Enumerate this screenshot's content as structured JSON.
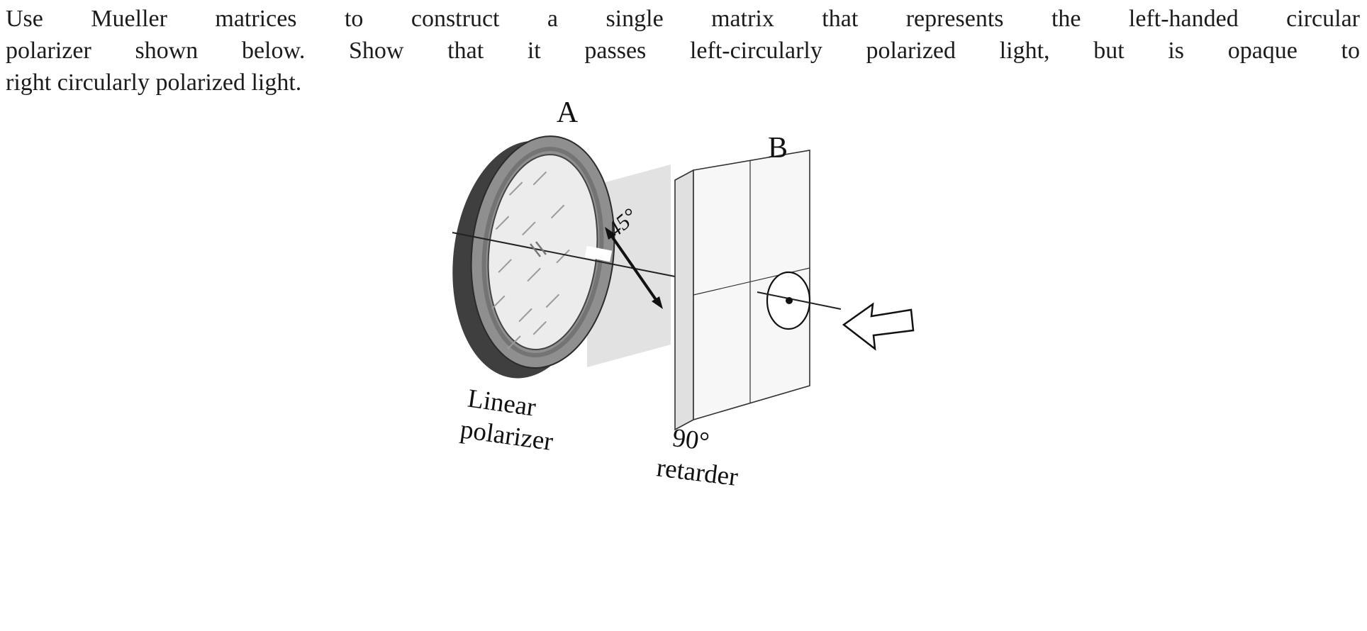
{
  "problem": {
    "lines": [
      "Use Mueller matrices to construct a single matrix that represents the left-handed circular",
      "polarizer shown below. Show that it passes left-circularly polarized light, but is opaque to",
      "right circularly polarized light."
    ]
  },
  "diagram": {
    "label_a": "A",
    "label_b": "B",
    "angle_label": "45°",
    "polarizer_caption_line1": "Linear",
    "polarizer_caption_line2": "polarizer",
    "retarder_caption_line1": "90°",
    "retarder_caption_line2": "retarder"
  },
  "colors": {
    "text": "#1c1c1c",
    "plane_gray": "#e2e2e2",
    "rim_dark": "#3f3f3f",
    "rim_mid": "#8f8f8f",
    "disc_light": "#ececec",
    "slab_face": "#f7f7f7",
    "slab_side": "#e0e0e0"
  }
}
